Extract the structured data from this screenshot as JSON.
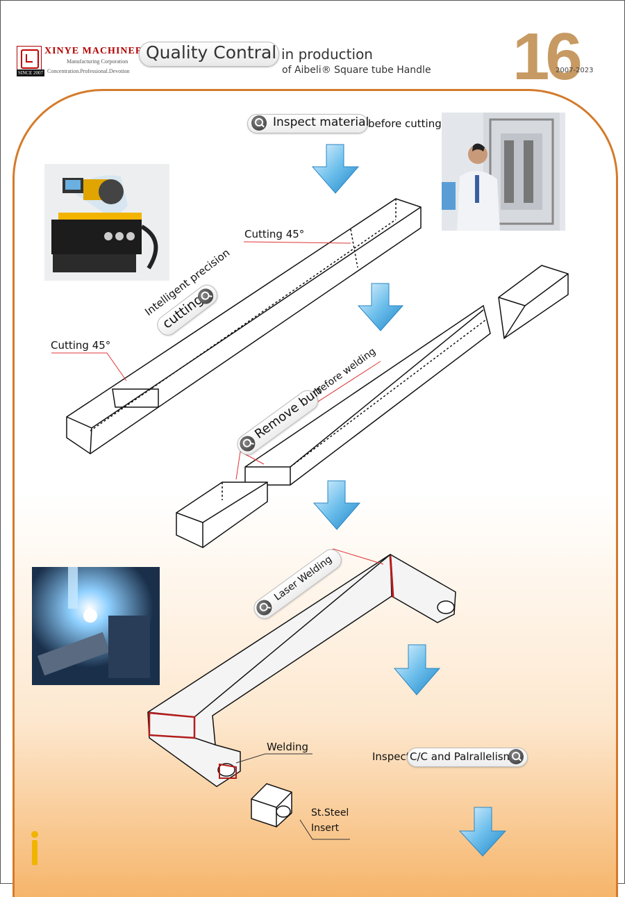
{
  "header": {
    "company_name": "XINYE MACHINERY",
    "company_sub": "Manufacturing Corporation",
    "company_motto": "Concentration.Professional.Devotion",
    "since": "SINCE 2007",
    "title_highlight": "Quality Contral",
    "title_rest": "in production",
    "subtitle": "of Aibeli® Square tube Handle",
    "anniversary_number": "16",
    "years": "2007-2023"
  },
  "steps": {
    "inspect_material": {
      "highlight": "Inspect material",
      "rest": "before cutting"
    },
    "cutting_top": "Cutting 45°",
    "intelligent_precision": "Intelligent precision",
    "cutting_word": "cutting",
    "cutting_left": "Cutting 45°",
    "remove_burr": {
      "highlight": "Remove burr",
      "rest": "before welding"
    },
    "laser_welding": "Laser Welding",
    "welding": "Welding",
    "inspect_cc": {
      "prefix": "Inspect",
      "highlight": "C/C and Palrallelism"
    },
    "insert_line1": "St.Steel",
    "insert_line2": "Insert"
  },
  "colors": {
    "accent_orange": "#d47b2b",
    "brand_red": "#b20000",
    "arrow_blue": "#3aa0dc",
    "gold_number": "#c79a63"
  }
}
